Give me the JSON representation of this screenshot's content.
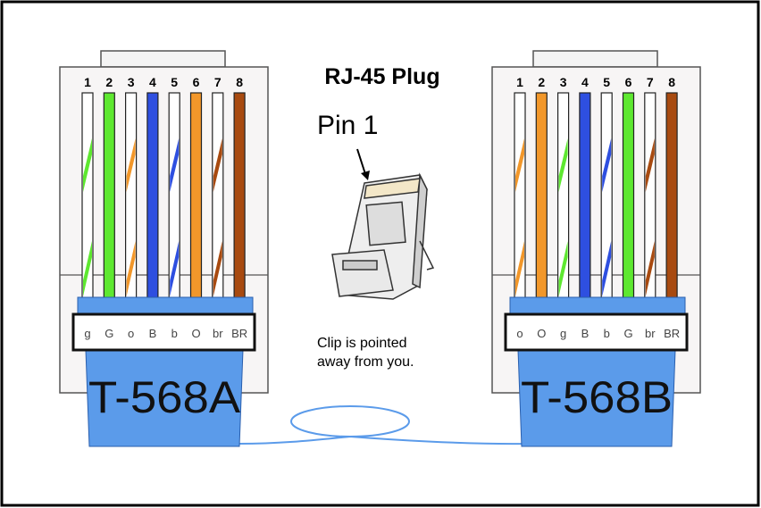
{
  "title": "RJ-45 Plug",
  "pin_label": "Pin 1",
  "note_line1": "Clip is pointed",
  "note_line2": "away from you.",
  "pin_numbers": [
    "1",
    "2",
    "3",
    "4",
    "5",
    "6",
    "7",
    "8"
  ],
  "colors": {
    "green": "#5ee830",
    "orange": "#f2972a",
    "blue": "#2e4fe0",
    "brown": "#a84a10",
    "boot": "#5b9bea",
    "cable": "#5b9bea"
  },
  "connectors": [
    {
      "name": "T-568A",
      "label": "T-568A",
      "wires": [
        {
          "c": "green",
          "striped": true
        },
        {
          "c": "green",
          "striped": false
        },
        {
          "c": "orange",
          "striped": true
        },
        {
          "c": "blue",
          "striped": false
        },
        {
          "c": "blue",
          "striped": true
        },
        {
          "c": "orange",
          "striped": false
        },
        {
          "c": "brown",
          "striped": true
        },
        {
          "c": "brown",
          "striped": false
        }
      ],
      "codes": [
        "g",
        "G",
        "o",
        "B",
        "b",
        "O",
        "br",
        "BR"
      ]
    },
    {
      "name": "T-568B",
      "label": "T-568B",
      "wires": [
        {
          "c": "orange",
          "striped": true
        },
        {
          "c": "orange",
          "striped": false
        },
        {
          "c": "green",
          "striped": true
        },
        {
          "c": "blue",
          "striped": false
        },
        {
          "c": "blue",
          "striped": true
        },
        {
          "c": "green",
          "striped": false
        },
        {
          "c": "brown",
          "striped": true
        },
        {
          "c": "brown",
          "striped": false
        }
      ],
      "codes": [
        "o",
        "O",
        "g",
        "B",
        "b",
        "G",
        "br",
        "BR"
      ]
    }
  ]
}
